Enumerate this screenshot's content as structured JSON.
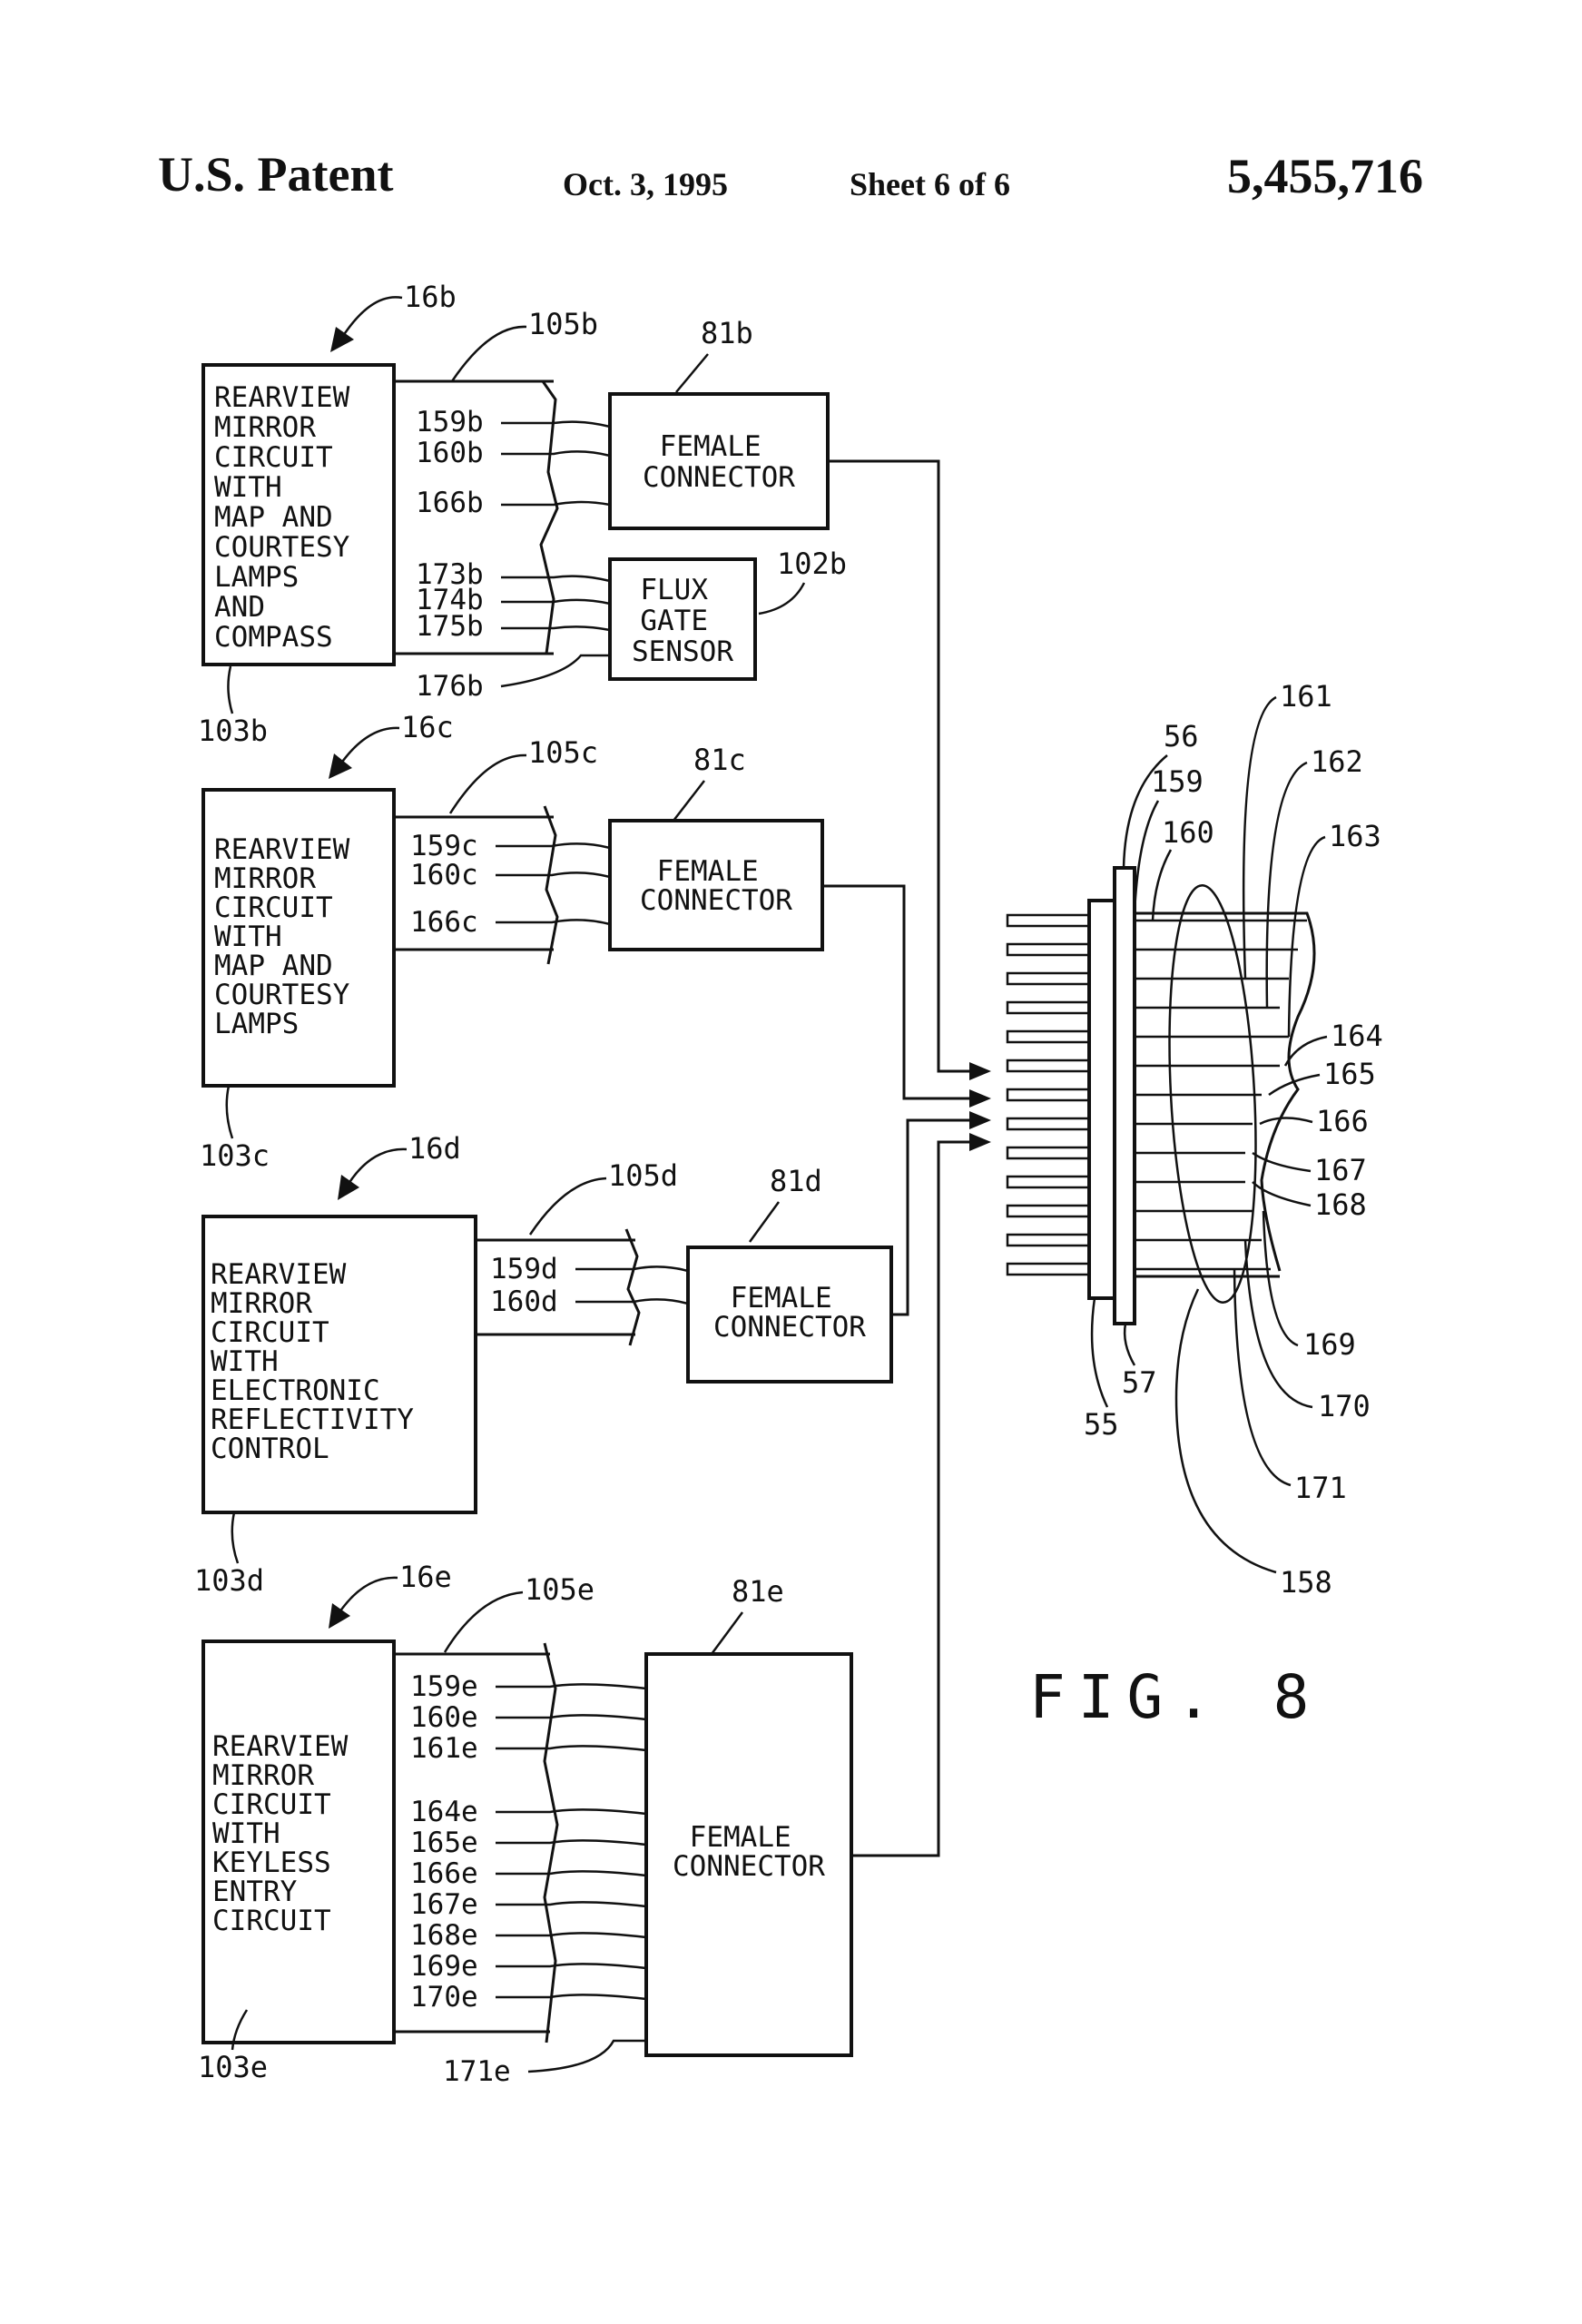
{
  "header": {
    "left": "U.S. Patent",
    "date": "Oct. 3, 1995",
    "sheet": "Sheet 6 of 6",
    "number": "5,455,716"
  },
  "figure_label": "FIG. 8",
  "circuits": {
    "b": {
      "ref": "16b",
      "harness": "105b",
      "box_ref": "103b",
      "connector_ref": "81b",
      "lines": [
        "REARVIEW",
        "MIRROR",
        "CIRCUIT",
        "WITH",
        "MAP AND",
        "COURTESY",
        "LAMPS",
        "AND",
        "COMPASS"
      ],
      "wires": [
        "159b",
        "160b",
        "166b",
        "173b",
        "174b",
        "175b",
        "176b"
      ],
      "connector": [
        "FEMALE",
        "CONNECTOR"
      ],
      "sensor": [
        "FLUX",
        "GATE",
        "SENSOR"
      ],
      "sensor_ref": "102b"
    },
    "c": {
      "ref": "16c",
      "harness": "105c",
      "box_ref": "103c",
      "connector_ref": "81c",
      "lines": [
        "REARVIEW",
        "MIRROR",
        "CIRCUIT",
        "WITH",
        "MAP AND",
        "COURTESY",
        "LAMPS"
      ],
      "wires": [
        "159c",
        "160c",
        "166c"
      ],
      "connector": [
        "FEMALE",
        "CONNECTOR"
      ]
    },
    "d": {
      "ref": "16d",
      "harness": "105d",
      "box_ref": "103d",
      "connector_ref": "81d",
      "lines": [
        "REARVIEW",
        "MIRROR",
        "CIRCUIT",
        "WITH",
        "ELECTRONIC",
        "REFLECTIVITY",
        "CONTROL"
      ],
      "wires": [
        "159d",
        "160d"
      ],
      "connector": [
        "FEMALE",
        "CONNECTOR"
      ]
    },
    "e": {
      "ref": "16e",
      "harness": "105e",
      "box_ref": "103e",
      "connector_ref": "81e",
      "lines": [
        "REARVIEW",
        "MIRROR",
        "CIRCUIT",
        "WITH",
        "KEYLESS",
        "ENTRY",
        "CIRCUIT"
      ],
      "wires": [
        "159e",
        "160e",
        "161e",
        "164e",
        "165e",
        "166e",
        "167e",
        "168e",
        "169e",
        "170e",
        "171e"
      ],
      "connector": [
        "FEMALE",
        "CONNECTOR"
      ]
    }
  },
  "main_connector": {
    "refs": [
      "56",
      "159",
      "160",
      "161",
      "162",
      "163",
      "164",
      "165",
      "166",
      "167",
      "168",
      "169",
      "170",
      "171",
      "158",
      "55",
      "57"
    ]
  }
}
